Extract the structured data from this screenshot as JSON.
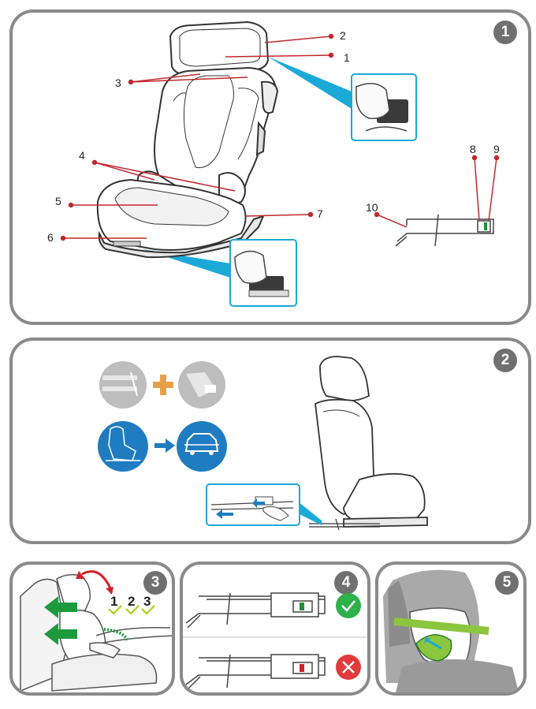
{
  "panels": {
    "p1": {
      "badge": "1"
    },
    "p2": {
      "badge": "2"
    },
    "p3": {
      "badge": "3",
      "positions": [
        "1",
        "2",
        "3"
      ]
    },
    "p4": {
      "badge": "4"
    },
    "p5": {
      "badge": "5"
    }
  },
  "callouts": [
    "1",
    "2",
    "3",
    "4",
    "5",
    "6",
    "7",
    "8",
    "9",
    "10"
  ],
  "colors": {
    "frame": "#8a8a8a",
    "badge": "#707070",
    "leader": "#c0282d",
    "cyan": "#1ba9d8",
    "blue": "#1f7cc0",
    "orange": "#e6a04a",
    "green_arrow": "#1e9a3e",
    "ok": "#2eb24b",
    "no": "#e03a3a",
    "check": "#b6d330",
    "belt": "#8cc63f",
    "indicator_green": "#1f8f3a",
    "indicator_red": "#d0212a"
  },
  "icons": [
    "release-button-icon",
    "isofix-connector-icon",
    "plus-icon",
    "seat-in-car-icon",
    "arrow-right-icon",
    "car-icon",
    "checkmark-icon",
    "cross-icon",
    "arrow-left-icon",
    "rotate-arrow-icon"
  ]
}
